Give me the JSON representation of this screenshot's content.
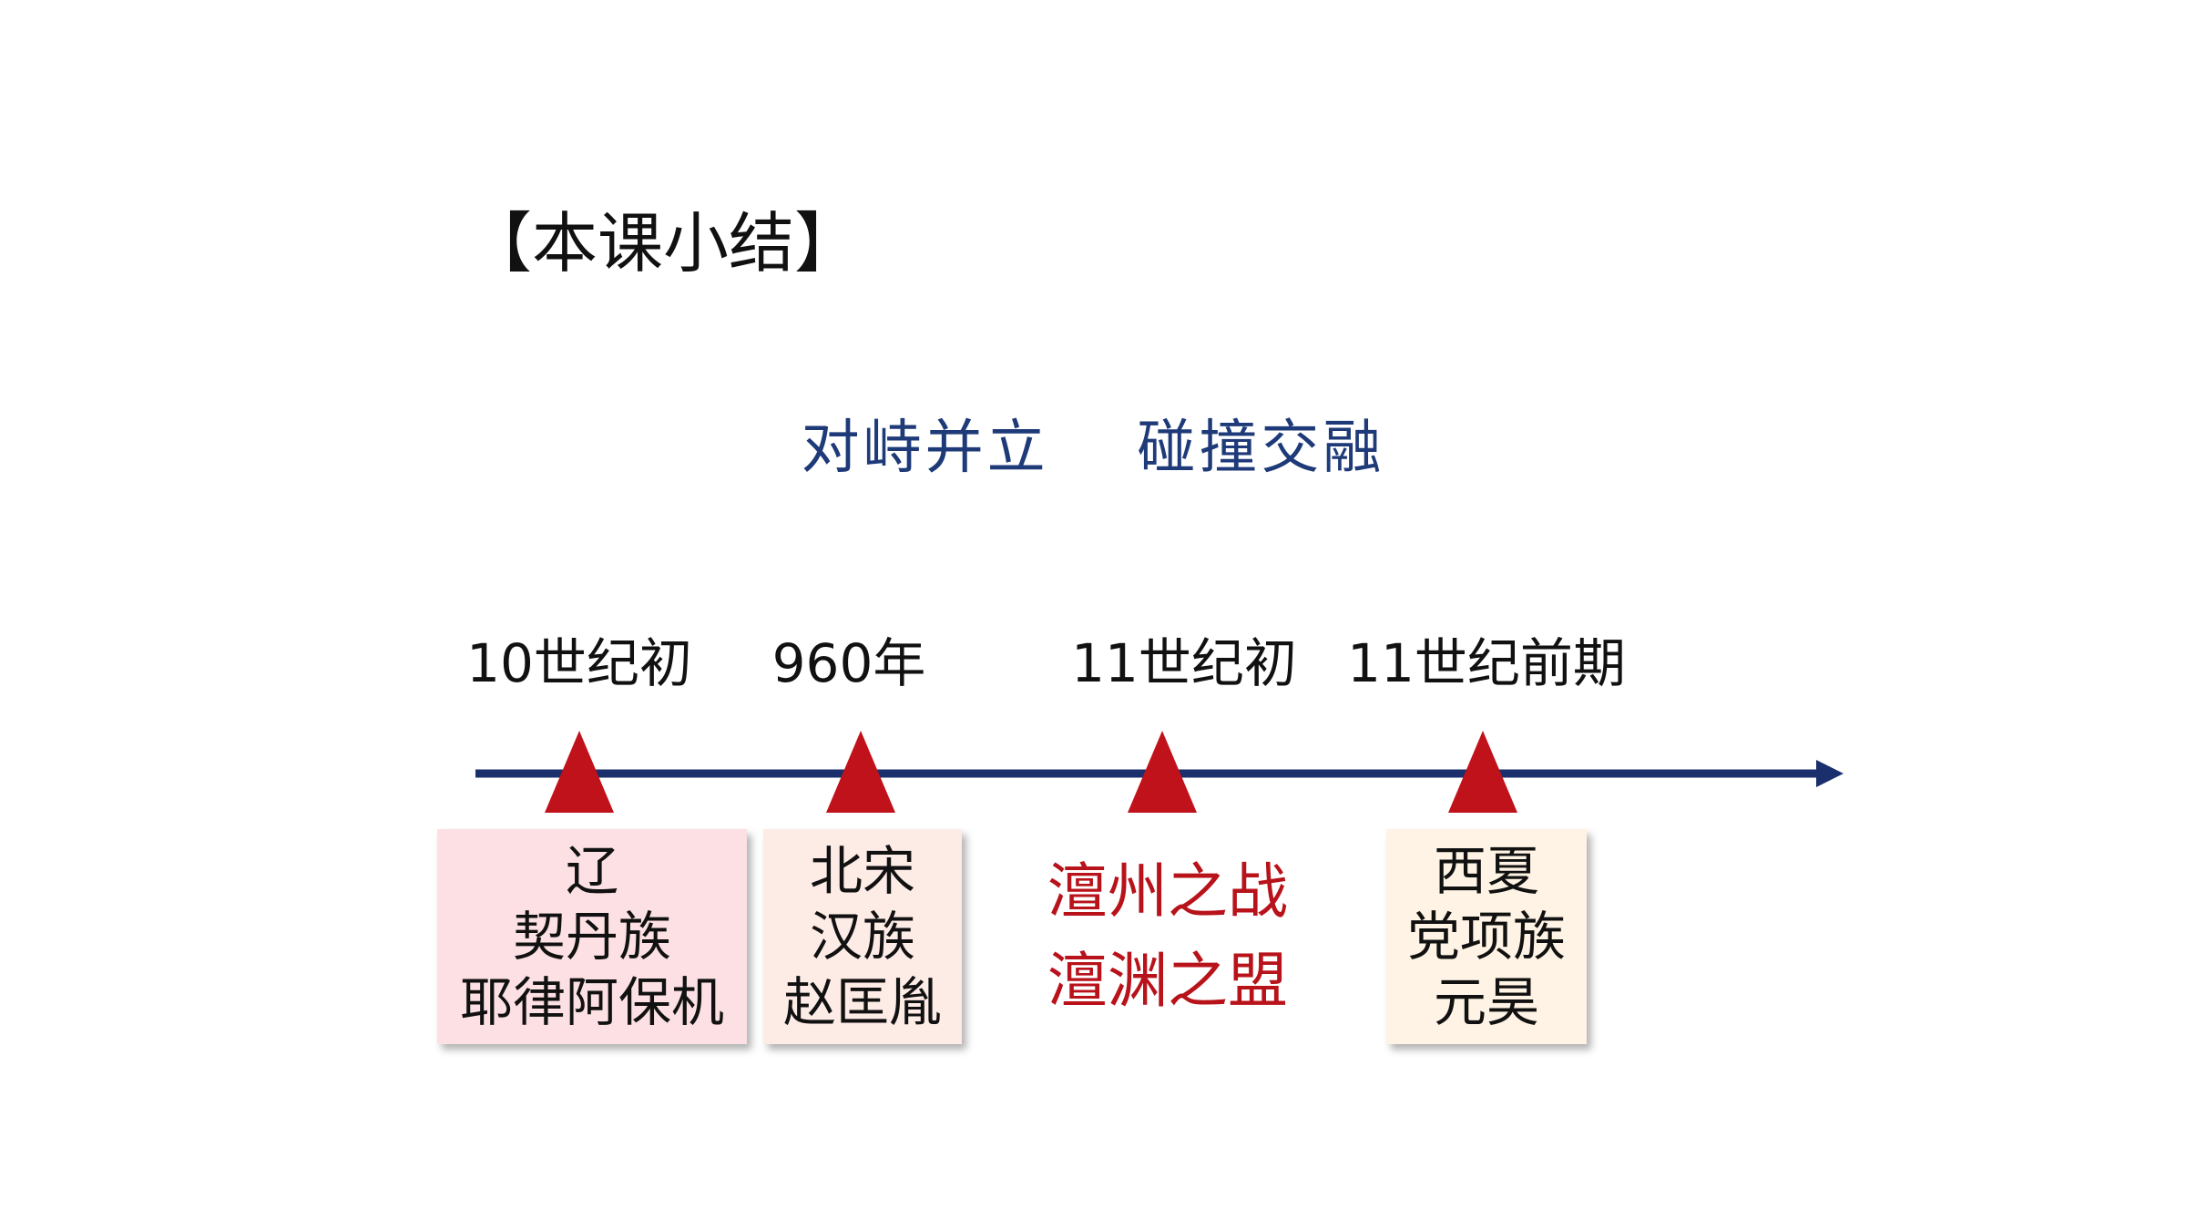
{
  "title": "【本课小结】",
  "subtitle": [
    "对峙并立",
    "碰撞交融"
  ],
  "timeline": {
    "axis_color": "#1a2f6b",
    "marker_color": "#c0121b",
    "dates": [
      "10世纪初",
      "960年",
      "11世纪初",
      "11世纪前期"
    ],
    "events": [
      {
        "lines": [
          "辽",
          "契丹族",
          "耶律阿保机"
        ],
        "color": "#fce0e3"
      },
      {
        "lines": [
          "北宋",
          "汉族",
          "赵匡胤"
        ],
        "color": "#fdebe6"
      },
      {
        "lines": [
          "澶州之战",
          "澶渊之盟"
        ],
        "color": "#b8121a"
      },
      {
        "lines": [
          "西夏",
          "党项族",
          "元昊"
        ],
        "color": "#fef3e4"
      }
    ]
  }
}
